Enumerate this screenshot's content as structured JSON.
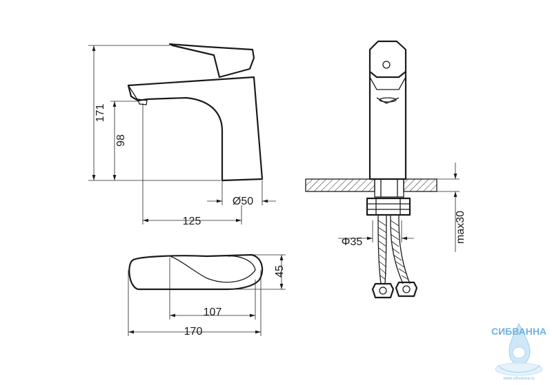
{
  "dimensions": {
    "height_total": "171",
    "spout_height": "98",
    "base_diameter": "Ø50",
    "spout_reach": "125",
    "handle_height": "45",
    "handle_length": "107",
    "overall_length": "170",
    "hose_diameter": "Φ35",
    "max_thickness": "max30"
  },
  "logo": {
    "brand": "СИБВАННА",
    "url": "www.sibvanna.ru"
  }
}
